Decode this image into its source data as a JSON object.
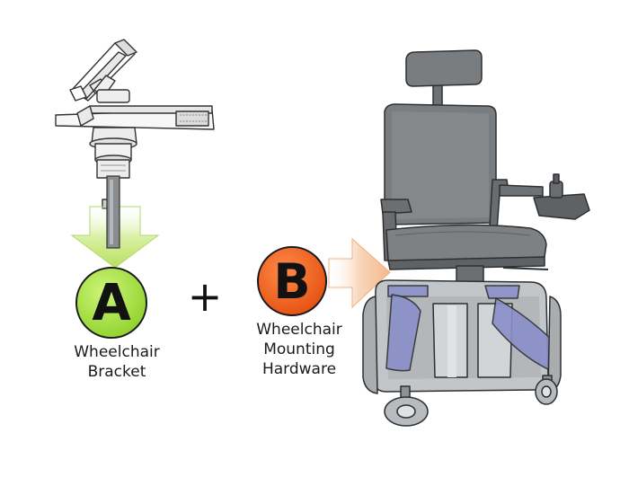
{
  "diagram": {
    "badge_a": {
      "letter": "A",
      "color": "#a7e43b"
    },
    "badge_b": {
      "letter": "B",
      "color": "#f2601f"
    },
    "plus_sign": "+",
    "label_a": [
      "Wheelchair",
      "Bracket"
    ],
    "label_b": [
      "Wheelchair",
      "Mounting",
      "Hardware"
    ],
    "colors": {
      "chair_body": "#7a7d80",
      "chair_dark": "#5f6265",
      "chair_light": "#bfc3c5",
      "mount_hardware": "#8a90c9",
      "arrow_down": "#c6ea7a",
      "arrow_right": "#f6c39e"
    }
  }
}
